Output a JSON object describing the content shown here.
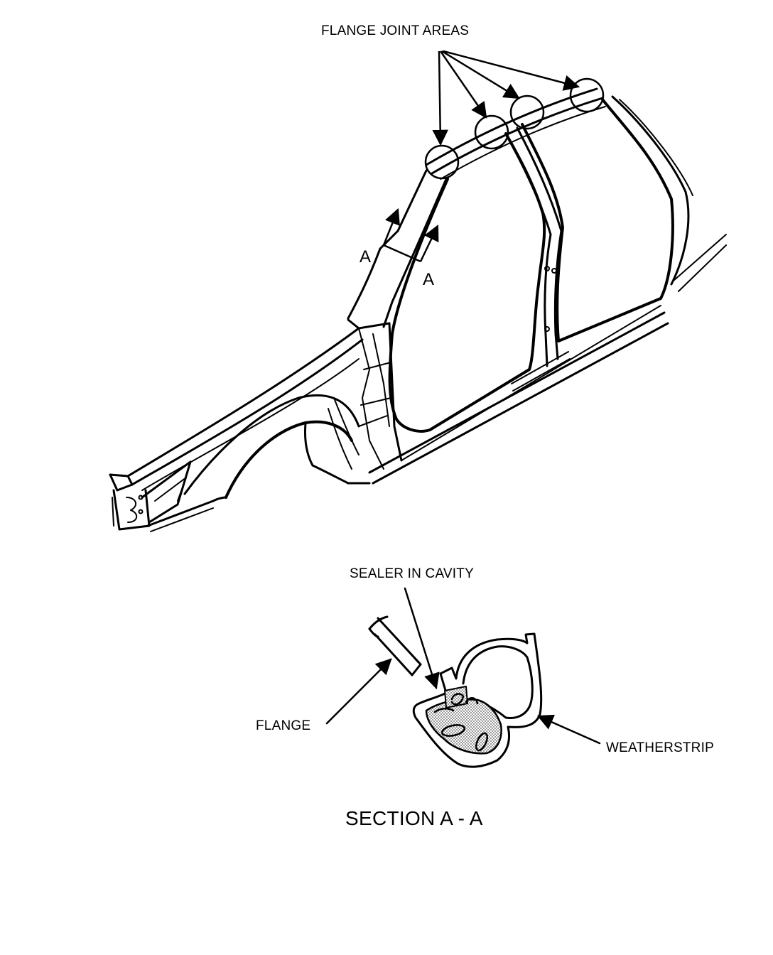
{
  "labels": {
    "flange_joint_areas": "FLANGE JOINT AREAS",
    "section_letter_left": "A",
    "section_letter_right": "A",
    "sealer_in_cavity": "SEALER IN CAVITY",
    "flange": "FLANGE",
    "weatherstrip": "WEATHERSTRIP",
    "section_title": "SECTION A - A"
  },
  "colors": {
    "ink": "#000000",
    "paper": "#ffffff",
    "sealer_stipple": "#555555"
  }
}
